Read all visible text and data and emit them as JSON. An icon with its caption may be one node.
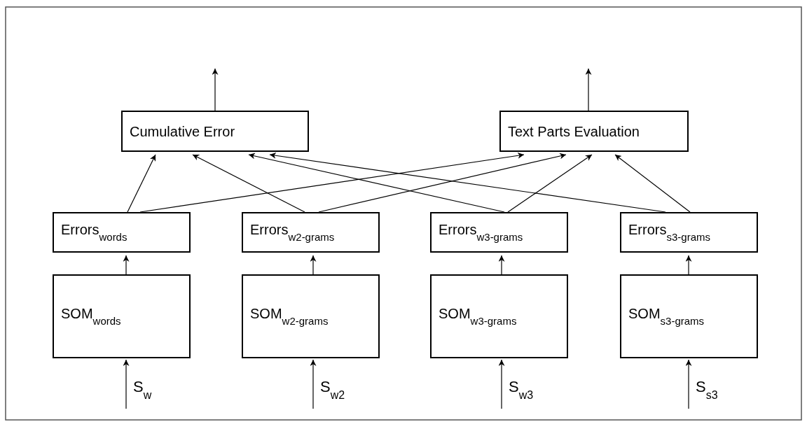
{
  "diagram": {
    "nodes": [
      {
        "text": [
          "Cumulative Error"
        ]
      },
      {
        "text": [
          "Text Parts Evaluation"
        ]
      },
      {
        "text": [
          "Errors$_{words}$"
        ]
      },
      {
        "text": [
          "Errors$_{w2-grams}$"
        ]
      },
      {
        "text": [
          "Errors$_{w3-grams}$"
        ]
      },
      {
        "text": [
          "Errors$_{s3-grams}$"
        ]
      },
      {
        "text": [
          "SOM$_{words}$"
        ]
      },
      {
        "text": [
          "SOM$_{w2-grams}$"
        ]
      },
      {
        "text": [
          "SOM$_{w3-grams}$"
        ]
      },
      {
        "text": [
          "SOM$_{s3-grams}$"
        ]
      }
    ],
    "edges": [
      {
        "from": 0,
        "to": null,
        "arrow": "to"
      },
      {
        "from": 1,
        "to": null,
        "arrow": "to"
      },
      {
        "from": 2,
        "to": 0,
        "arrow": "to"
      },
      {
        "from": 2,
        "to": 1,
        "arrow": "to"
      },
      {
        "from": 3,
        "to": 0,
        "arrow": "to"
      },
      {
        "from": 3,
        "to": 1,
        "arrow": "to"
      },
      {
        "from": 4,
        "to": 0,
        "arrow": "to"
      },
      {
        "from": 4,
        "to": 1,
        "arrow": "to"
      },
      {
        "from": 5,
        "to": 0,
        "arrow": "to"
      },
      {
        "from": 5,
        "to": 1,
        "arrow": "to"
      },
      {
        "from": 6,
        "to": 2,
        "arrow": "to"
      },
      {
        "from": 7,
        "to": 3,
        "arrow": "to"
      },
      {
        "from": 8,
        "to": 4,
        "arrow": "to"
      },
      {
        "from": 9,
        "to": 5,
        "arrow": "to"
      },
      {
        "from": null,
        "to": 6,
        "arrow": "to",
        "label": "S$_{w}$"
      },
      {
        "from": null,
        "to": 7,
        "arrow": "to",
        "label": "S$_{w2}$"
      },
      {
        "from": null,
        "to": 8,
        "arrow": "to",
        "label": "S$_{w3}$"
      },
      {
        "from": null,
        "to": 9,
        "arrow": "to",
        "label": "S$_{s3}$"
      }
    ]
  }
}
